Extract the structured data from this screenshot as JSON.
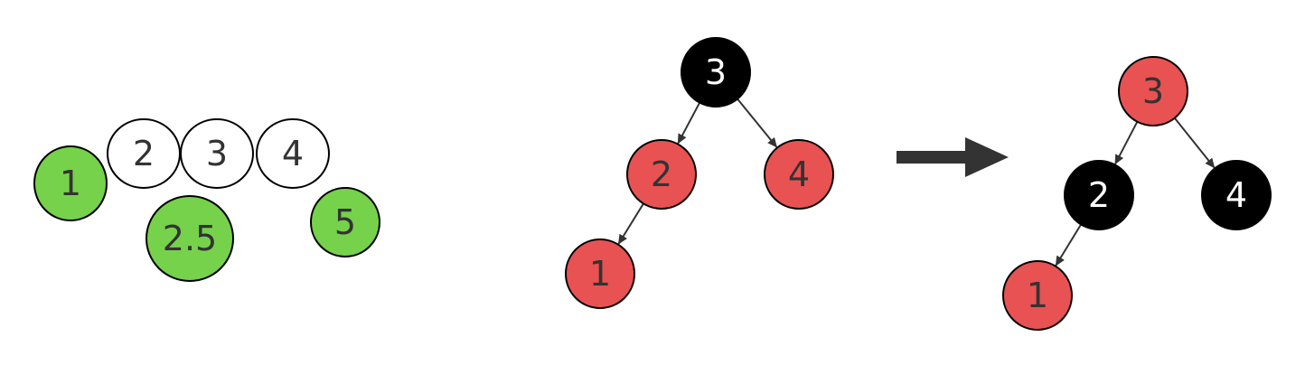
{
  "colors": {
    "green": "#76d14b",
    "red": "#e85252",
    "black": "#000000",
    "white": "#ffffff",
    "arrow": "#333333",
    "text_dark": "#333333",
    "text_light": "#ffffff"
  },
  "sequence": {
    "nodes": [
      {
        "id": "s1",
        "label": "1",
        "fill": "green"
      },
      {
        "id": "s2",
        "label": "2",
        "fill": "white"
      },
      {
        "id": "s3",
        "label": "3",
        "fill": "white"
      },
      {
        "id": "s4",
        "label": "4",
        "fill": "white"
      },
      {
        "id": "s25",
        "label": "2.5",
        "fill": "green"
      },
      {
        "id": "s5",
        "label": "5",
        "fill": "green"
      }
    ]
  },
  "tree_before": {
    "nodes": [
      {
        "id": "a3",
        "label": "3",
        "fill": "black"
      },
      {
        "id": "a2",
        "label": "2",
        "fill": "red"
      },
      {
        "id": "a4",
        "label": "4",
        "fill": "red"
      },
      {
        "id": "a1",
        "label": "1",
        "fill": "red"
      }
    ],
    "edges": [
      {
        "from": "a3",
        "to": "a2"
      },
      {
        "from": "a3",
        "to": "a4"
      },
      {
        "from": "a2",
        "to": "a1"
      }
    ]
  },
  "transition_arrow": {
    "icon": "right-arrow-icon"
  },
  "tree_after": {
    "nodes": [
      {
        "id": "b3",
        "label": "3",
        "fill": "red"
      },
      {
        "id": "b2",
        "label": "2",
        "fill": "black"
      },
      {
        "id": "b4",
        "label": "4",
        "fill": "black"
      },
      {
        "id": "b1",
        "label": "1",
        "fill": "red"
      }
    ],
    "edges": [
      {
        "from": "b3",
        "to": "b2"
      },
      {
        "from": "b3",
        "to": "b4"
      },
      {
        "from": "b2",
        "to": "b1"
      }
    ]
  }
}
